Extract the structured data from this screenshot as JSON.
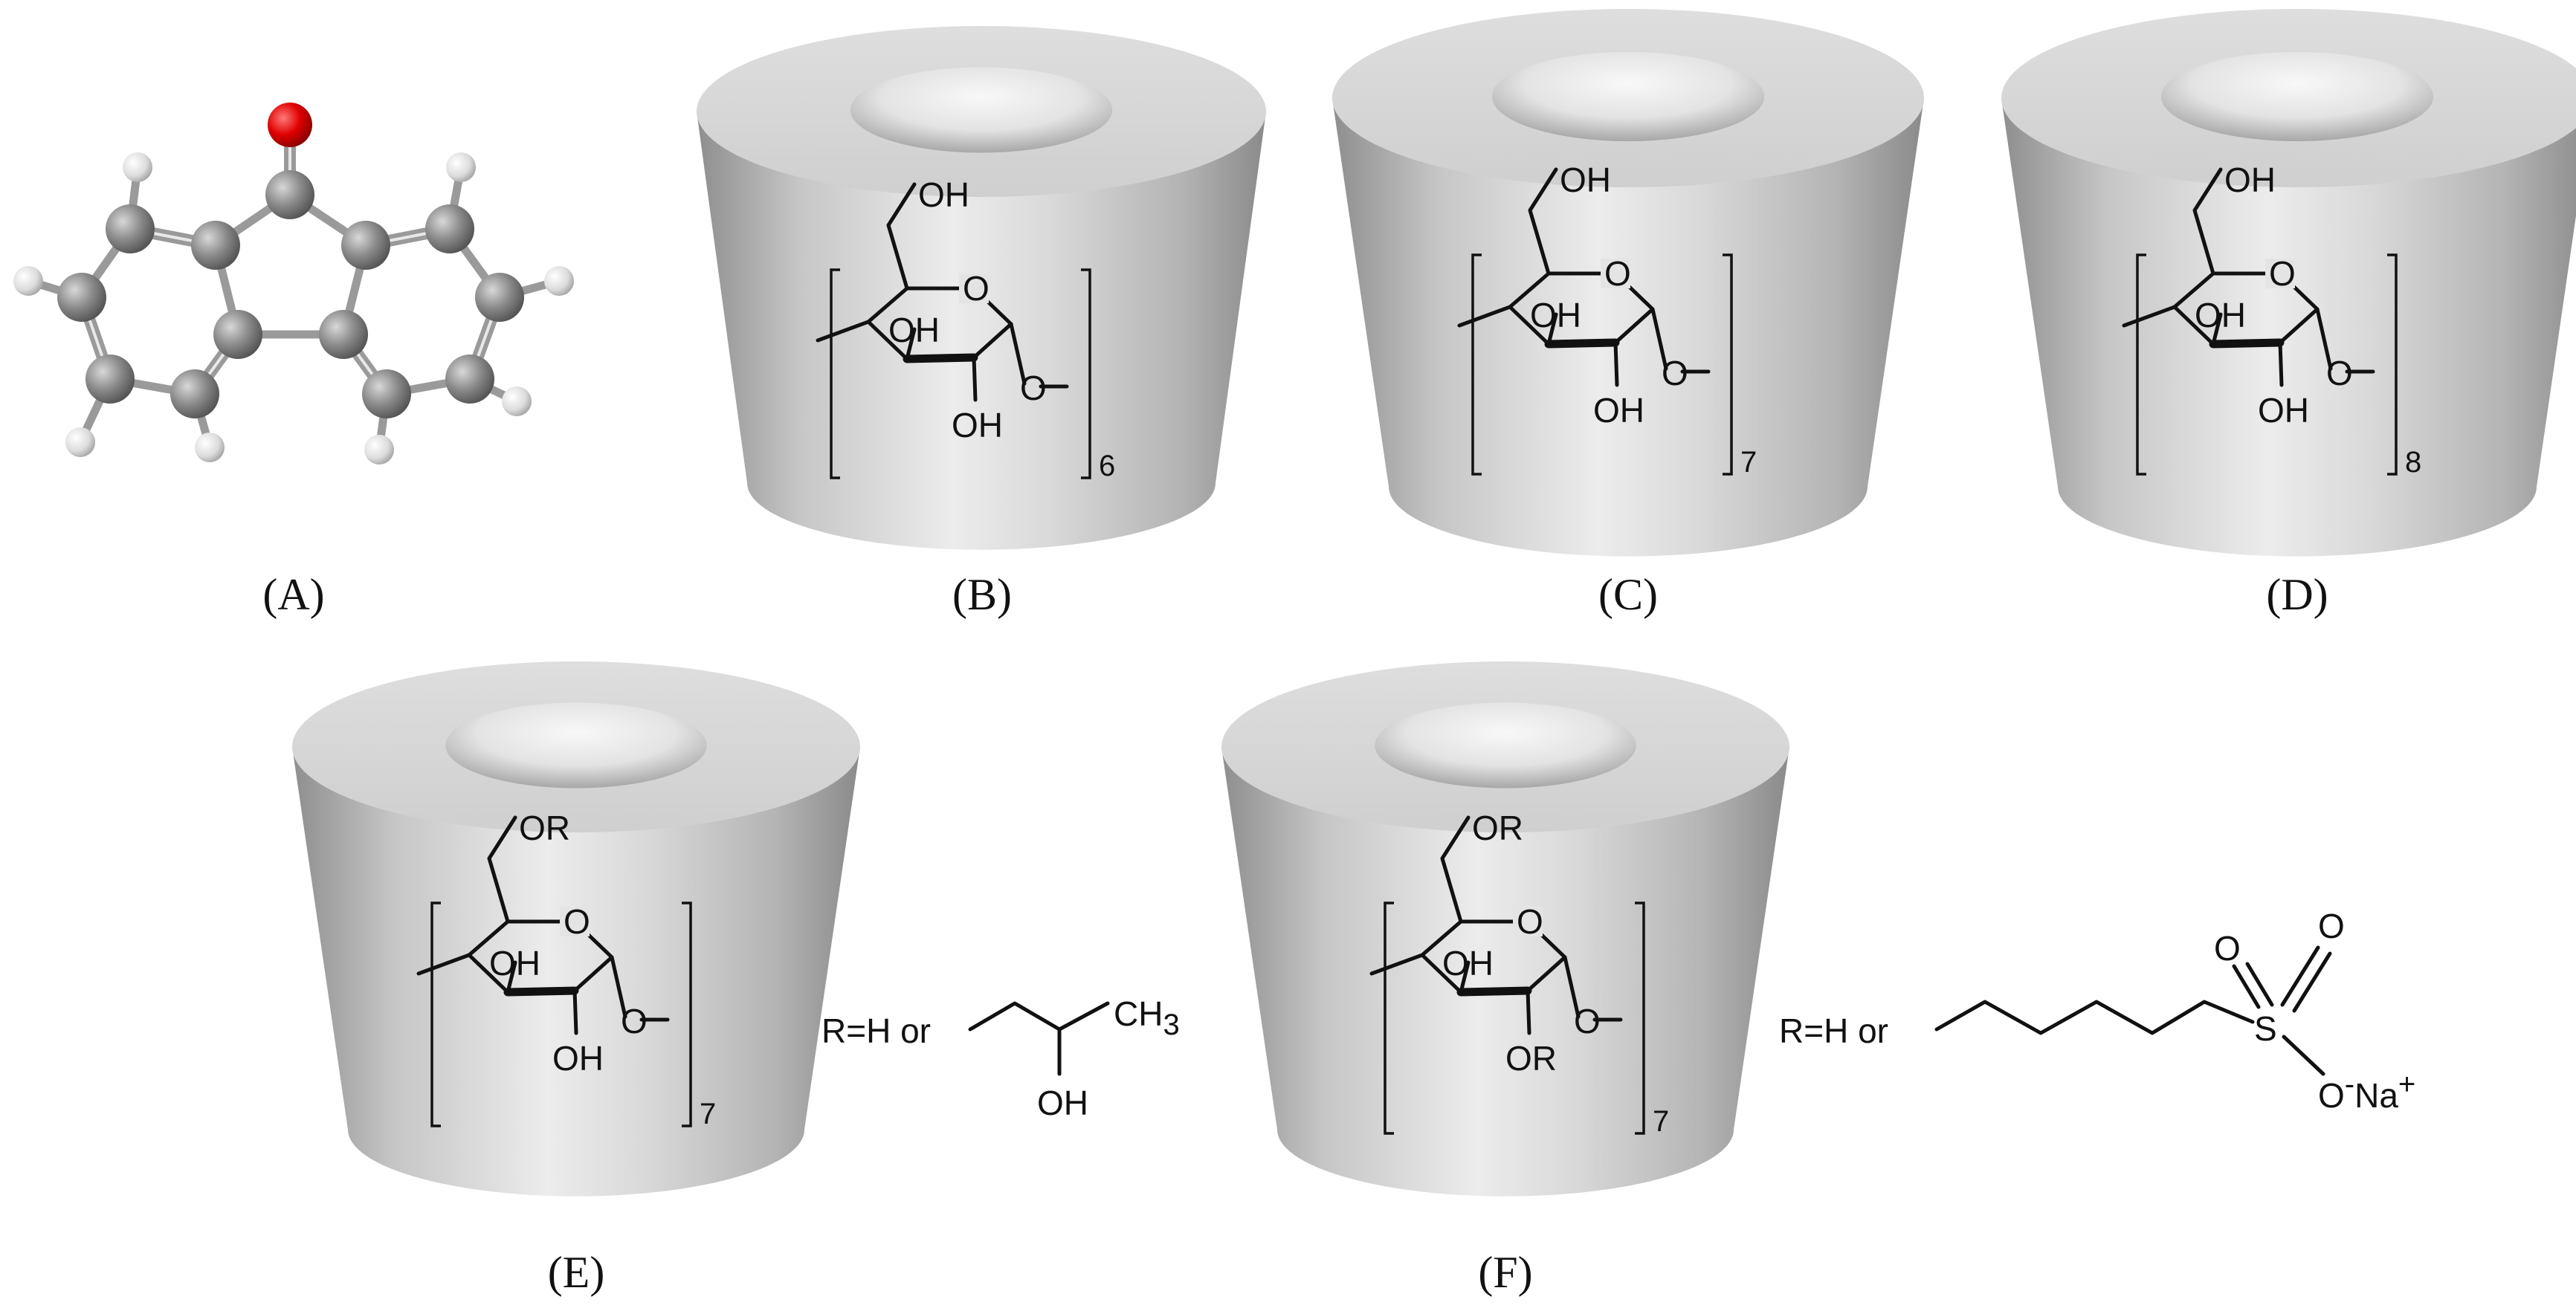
{
  "captions": {
    "a": "(A)",
    "b": "(B)",
    "c": "(C)",
    "d": "(D)",
    "e": "(E)",
    "f": "(F)"
  },
  "glucose": {
    "oh_top": "OH",
    "or_top": "OR",
    "ring_o": "O",
    "oh_3": "OH",
    "oh_2": "OH",
    "or_2": "OR",
    "link_o": "O"
  },
  "repeat_counts": {
    "b": "6",
    "c": "7",
    "d": "8",
    "e": "7",
    "f": "7"
  },
  "substituent_e": {
    "prefix": "R=H or",
    "ch3": "CH",
    "ch3_sub": "3",
    "oh": "OH"
  },
  "substituent_f": {
    "prefix": "R=H or",
    "s": "S",
    "o1": "O",
    "o2": "O",
    "o_minus": "O",
    "minus": "-",
    "na": "Na",
    "plus": "+"
  },
  "colors": {
    "carbon": "#7a7a7a",
    "hydrogen": "#d6d6d6",
    "oxygen": "#e00000",
    "cup": "#c9c9c9"
  }
}
